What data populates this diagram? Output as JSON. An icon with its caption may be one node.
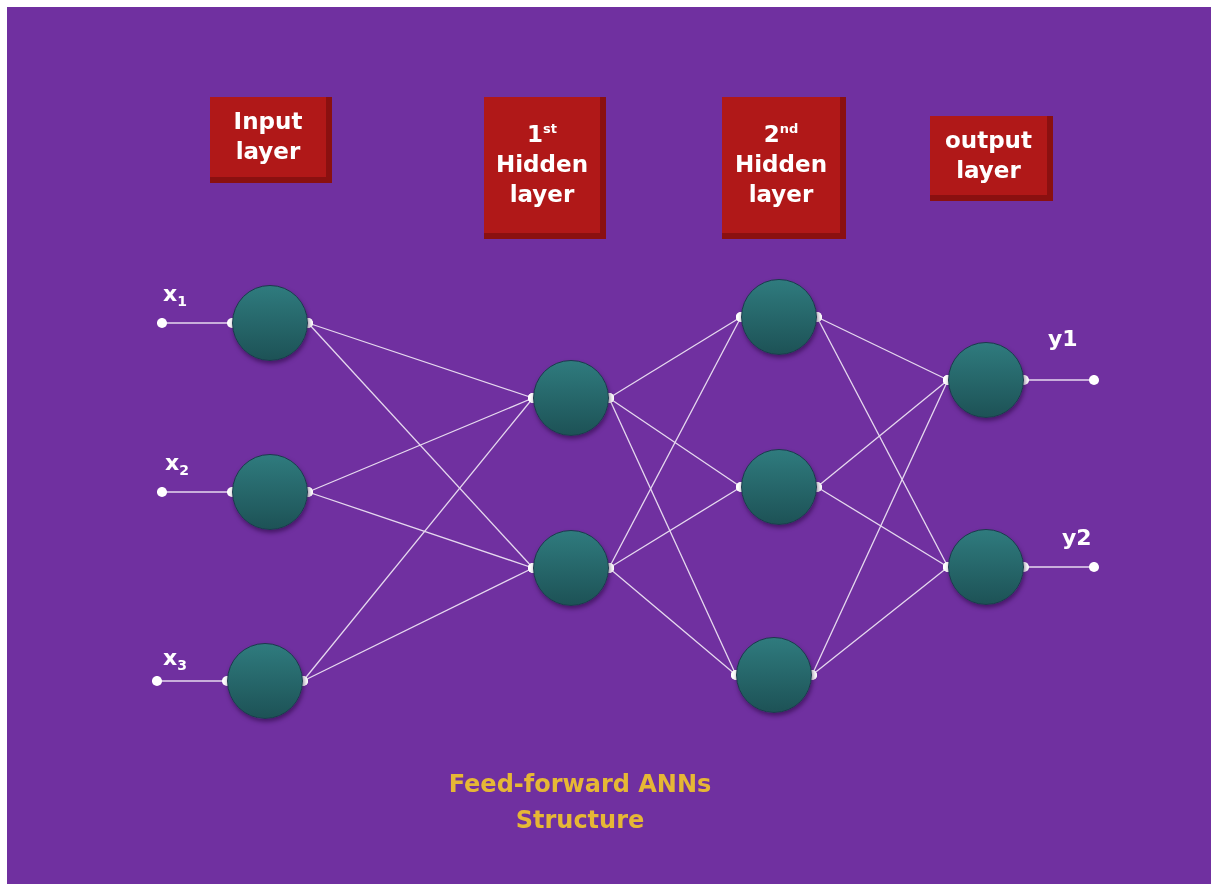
{
  "diagram": {
    "caption": "Feed-forward ANNs Structure",
    "nodes": [
      {
        "text": [
          "Input layer"
        ]
      },
      {
        "text": [
          "1$^{st}$ Hidden layer"
        ]
      },
      {
        "text": [
          "2$^{nd}$ Hidden layer"
        ]
      },
      {
        "text": [
          "output layer"
        ]
      },
      {
        "text": [],
        "shape": "circle",
        "beside": [
          "x$_{1}$"
        ]
      },
      {
        "text": [],
        "shape": "circle",
        "beside": [
          "x$_{2}$"
        ]
      },
      {
        "text": [],
        "shape": "circle",
        "beside": [
          "x$_{3}$"
        ]
      },
      {
        "text": [],
        "shape": "circle"
      },
      {
        "text": [],
        "shape": "circle"
      },
      {
        "text": [],
        "shape": "circle"
      },
      {
        "text": [],
        "shape": "circle"
      },
      {
        "text": [],
        "shape": "circle"
      },
      {
        "text": [],
        "shape": "circle",
        "beside": [
          "y1"
        ]
      },
      {
        "text": [],
        "shape": "circle",
        "beside": [
          "y2"
        ]
      }
    ],
    "edges": [
      {
        "from": null,
        "to": 4,
        "arrow": "other"
      },
      {
        "from": null,
        "to": 5,
        "arrow": "other"
      },
      {
        "from": null,
        "to": 6,
        "arrow": "other"
      },
      {
        "from": 4,
        "to": 7,
        "arrow": "other"
      },
      {
        "from": 4,
        "to": 8,
        "arrow": "other"
      },
      {
        "from": 5,
        "to": 7,
        "arrow": "other"
      },
      {
        "from": 5,
        "to": 8,
        "arrow": "other"
      },
      {
        "from": 6,
        "to": 7,
        "arrow": "other"
      },
      {
        "from": 6,
        "to": 8,
        "arrow": "other"
      },
      {
        "from": 7,
        "to": 9,
        "arrow": "other"
      },
      {
        "from": 7,
        "to": 10,
        "arrow": "other"
      },
      {
        "from": 7,
        "to": 11,
        "arrow": "other"
      },
      {
        "from": 8,
        "to": 9,
        "arrow": "other"
      },
      {
        "from": 8,
        "to": 10,
        "arrow": "other"
      },
      {
        "from": 8,
        "to": 11,
        "arrow": "other"
      },
      {
        "from": 9,
        "to": 12,
        "arrow": "other"
      },
      {
        "from": 9,
        "to": 13,
        "arrow": "other"
      },
      {
        "from": 10,
        "to": 12,
        "arrow": "other"
      },
      {
        "from": 10,
        "to": 13,
        "arrow": "other"
      },
      {
        "from": 11,
        "to": 12,
        "arrow": "other"
      },
      {
        "from": 11,
        "to": 13,
        "arrow": "other"
      },
      {
        "from": 12,
        "to": null,
        "arrow": "other"
      },
      {
        "from": 13,
        "to": null,
        "arrow": "other"
      }
    ]
  }
}
